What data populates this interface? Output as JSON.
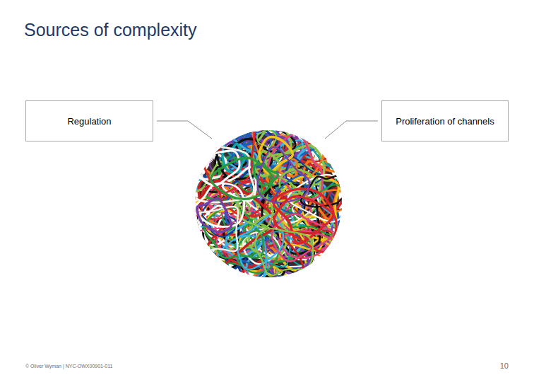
{
  "diagram": {
    "title": "Sources of complexity",
    "nodes": [
      {
        "text": [
          "Regulation"
        ]
      },
      {
        "text": [
          "Proliferation of channels"
        ]
      }
    ],
    "labels": [
      "© Oliver Wyman | NYC-OWX00901-011",
      "10"
    ]
  }
}
